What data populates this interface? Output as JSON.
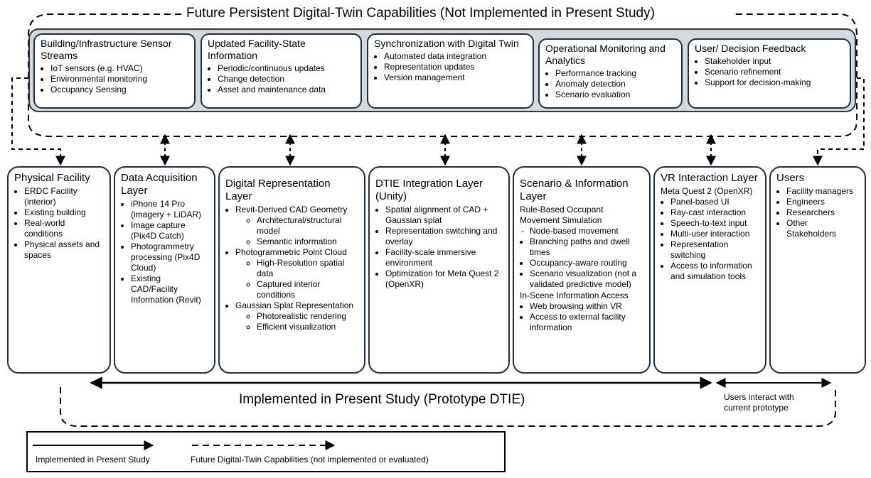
{
  "future_title": "Future Persistent Digital-Twin Capabilities (Not Implemented in Present Study)",
  "future_boxes": [
    {
      "title": "Building/Infrastructure Sensor Streams",
      "items": [
        "IoT sensors (e.g. HVAC)",
        "Environmental monitoring",
        "Occupancy Sensing"
      ]
    },
    {
      "title": "Updated Facility-State Information",
      "items": [
        "Periodic/continuous updates",
        "Change detection",
        "Asset and maintenance data"
      ]
    },
    {
      "title": "Synchronization with Digital Twin",
      "items": [
        "Automated data integration",
        "Representation updates",
        "Version management"
      ]
    },
    {
      "title": "Operational Monitoring and Analytics",
      "items": [
        "Performance tracking",
        "Anomaly detection",
        "Scenario evaluation"
      ]
    },
    {
      "title": "User/ Decision Feedback",
      "items": [
        "Stakeholder input",
        "Scenario refinement",
        "Support for decision-making"
      ]
    }
  ],
  "layers": {
    "physical": {
      "title": "Physical Facility",
      "items": [
        "ERDC Facility (interior)",
        "Existing building",
        "Real-world conditions",
        "Physical assets and spaces"
      ]
    },
    "acquisition": {
      "title": "Data Acquisition Layer",
      "items": [
        "iPhone 14 Pro (imagery + LiDAR)",
        "Image capture (Pix4D Catch)",
        "Photogrammetry processing (Pix4D Cloud)",
        "Existing CAD/Facility Information (Revit)"
      ]
    },
    "representation": {
      "title": "Digital Representation Layer",
      "groups": [
        {
          "label": "Revit-Derived CAD Geometry",
          "sub": [
            "Architectural/structural model",
            "Semantic information"
          ]
        },
        {
          "label": "Photogrammetric Point Cloud",
          "sub": [
            "High-Resolution spatial data",
            "Captured interior conditions"
          ]
        },
        {
          "label": "Gaussian Splat Representation",
          "sub": [
            "Photorealistic rendering",
            "Efficient visualization"
          ]
        }
      ]
    },
    "integration": {
      "title": "DTIE Integration Layer (Unity)",
      "items": [
        "Spatial alignment of CAD + Gaussian splat",
        "Representation switching and overlay",
        "Facility-scale immersive environment",
        "Optimization for Meta Quest 2 (OpenXR)"
      ]
    },
    "scenario": {
      "title": "Scenario & Information Layer",
      "subtitle1": "Rule-Based Occupant Movement Simulation",
      "items1": [
        "Node-based movement",
        "Branching paths and dwell times",
        "Occupancy-aware routing",
        "Scenario visualization (not a validated predictive model)"
      ],
      "subtitle2": "In-Scene Information Access",
      "items2": [
        "Web browsing within VR",
        "Access to external facility information"
      ]
    },
    "vr": {
      "title": "VR Interaction Layer",
      "subtitle": "Meta Quest 2 (OpenXR)",
      "items": [
        "Panel-based UI",
        "Ray-cast interaction",
        "Speech-to-text input",
        "Multi-user interaction",
        "Representation switching",
        "Access to information and simulation tools"
      ]
    },
    "users": {
      "title": "Users",
      "items": [
        "Facility managers",
        "Engineers",
        "Researchers",
        "Other Stakeholders"
      ]
    }
  },
  "implemented_label": "Implemented in Present Study (Prototype DTIE)",
  "users_interact_label": "Users interact with current prototype",
  "legend": {
    "solid_label": "Implemented in Present Study",
    "dashed_label": "Future Digital-Twin Capabilities (not implemented or evaluated)"
  }
}
